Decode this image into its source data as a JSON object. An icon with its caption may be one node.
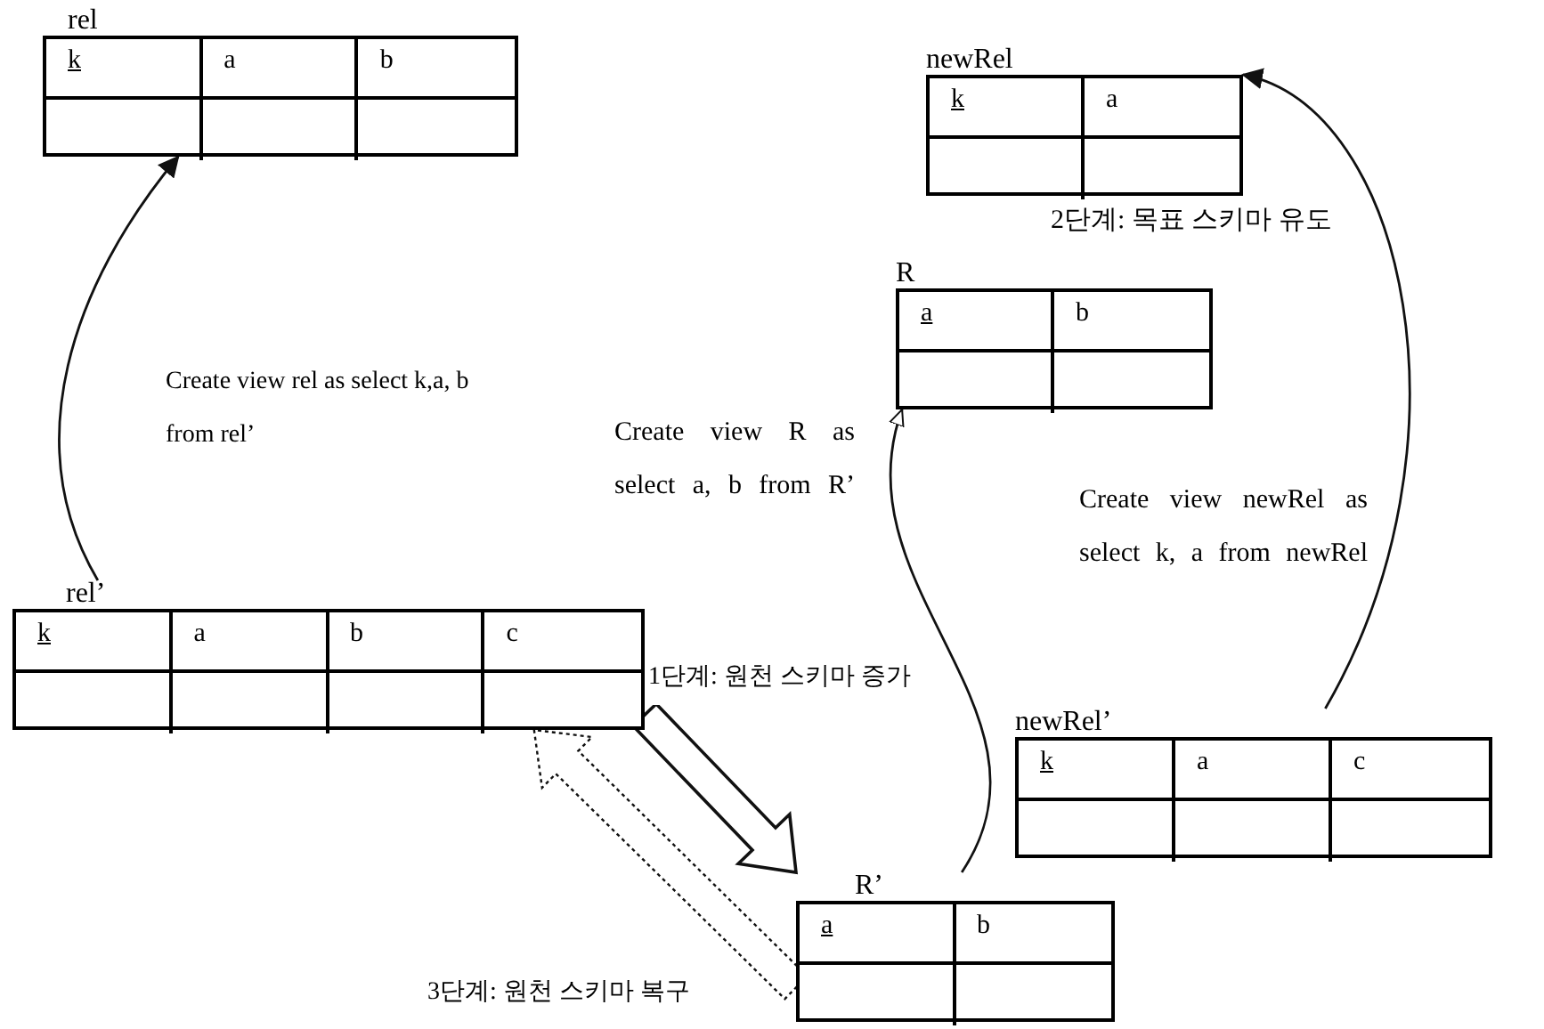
{
  "diagram": {
    "nodes": [
      {
        "text": [
          "rel",
          "k",
          "a",
          "b"
        ]
      },
      {
        "text": [
          "newRel",
          "k",
          "a"
        ]
      },
      {
        "text": [
          "R",
          "a",
          "b"
        ]
      },
      {
        "text": [
          "rel’",
          "k",
          "a",
          "b",
          "c"
        ]
      },
      {
        "text": [
          "newRel’",
          "k",
          "a",
          "c"
        ]
      },
      {
        "text": [
          "R’",
          "a",
          "b"
        ]
      }
    ],
    "edges": [
      {
        "from": 3,
        "to": 0,
        "arrow": "to",
        "label": "Create view rel as select k,a, b from rel’"
      },
      {
        "from": 5,
        "to": 2,
        "arrow": "to",
        "label": "Create view R as select a, b from R’"
      },
      {
        "from": 4,
        "to": 1,
        "arrow": "to",
        "label": "Create view newRel as select k, a from newRel"
      },
      {
        "from": 3,
        "to": 5,
        "arrow": "to",
        "style": "thick",
        "label": "1단계: 원천 스키마 증가"
      },
      {
        "from": 5,
        "to": 3,
        "arrow": "to",
        "style": "dashed",
        "label": "3단계: 원천 스키마 복구"
      }
    ],
    "labels": [
      "2단계: 목표 스키마 유도"
    ]
  }
}
